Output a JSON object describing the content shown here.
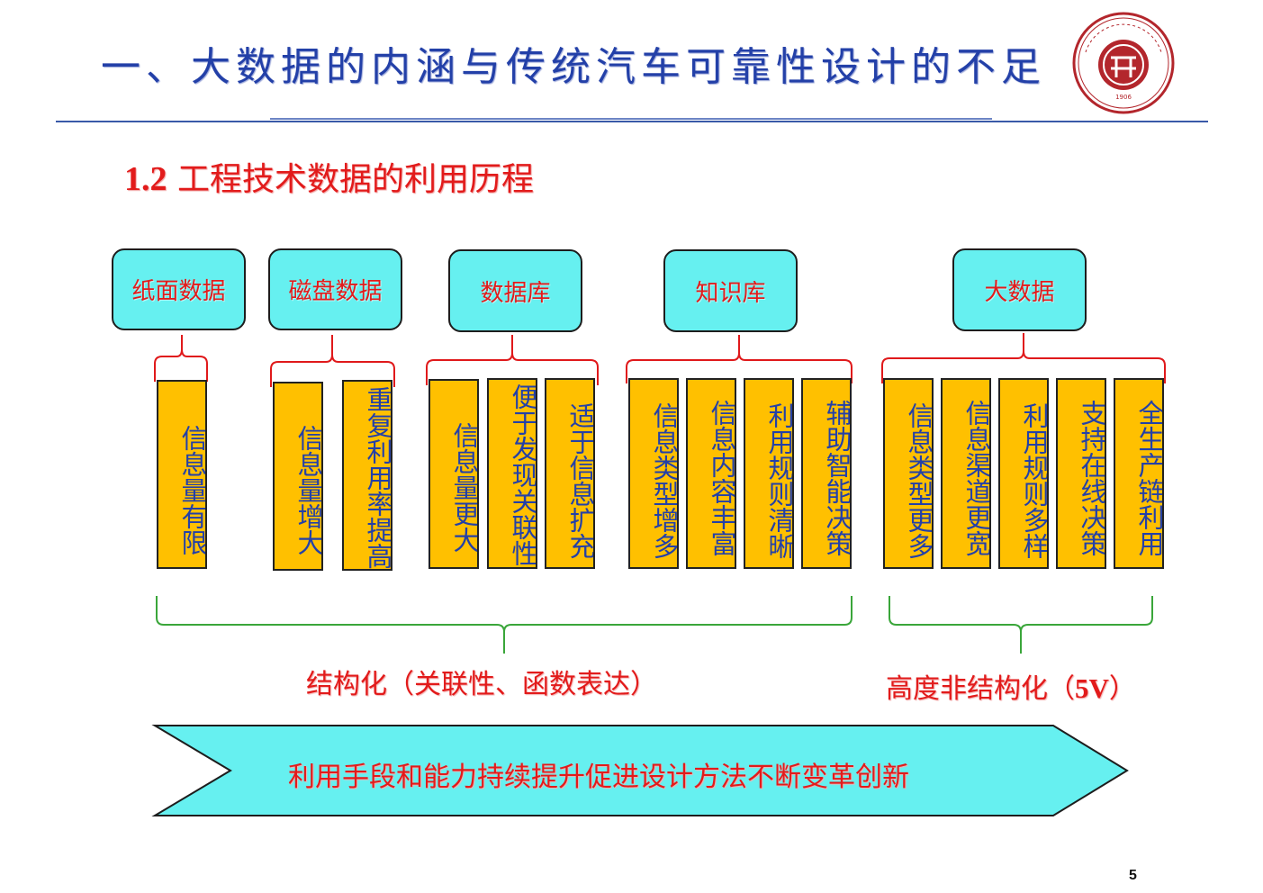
{
  "title": "一、大数据的内涵与传统汽车可靠性设计的不足",
  "subtitle": {
    "number": "1.2",
    "text": "工程技术数据的利用历程"
  },
  "logo": {
    "name": "university-seal",
    "arc_text": "上海理工大学",
    "year": "1906",
    "color": "#b3262c"
  },
  "categories": [
    {
      "label": "纸面数据",
      "items": [
        "信息量有限"
      ]
    },
    {
      "label": "磁盘数据",
      "items": [
        "信息量增大",
        "重复利用率提高"
      ]
    },
    {
      "label": "数据库",
      "items": [
        "信息量更大",
        "便于发现关联性",
        "适于信息扩充"
      ]
    },
    {
      "label": "知识库",
      "items": [
        "信息类型增多",
        "信息内容丰富",
        "利用规则清晰",
        "辅助智能决策"
      ]
    },
    {
      "label": "大数据",
      "items": [
        "信息类型更多",
        "信息渠道更宽",
        "利用规则多样",
        "支持在线决策",
        "全生产链利用"
      ]
    }
  ],
  "groups": {
    "structured": "结构化（关联性、函数表达）",
    "unstructured_prefix": "高度非结构化（",
    "unstructured_bold": "5V",
    "unstructured_suffix": "）"
  },
  "arrow_text": "利用手段和能力持续提升促进设计方法不断变革创新",
  "page_number": "5",
  "colors": {
    "title_blue": "#2340a8",
    "accent_red": "#e21b1b",
    "cyan_box": "#66f0f0",
    "amber_box": "#ffc000",
    "bracket_red": "#e0191b",
    "bracket_green": "#3aa63a",
    "arrow_fill": "#66f0f0"
  }
}
